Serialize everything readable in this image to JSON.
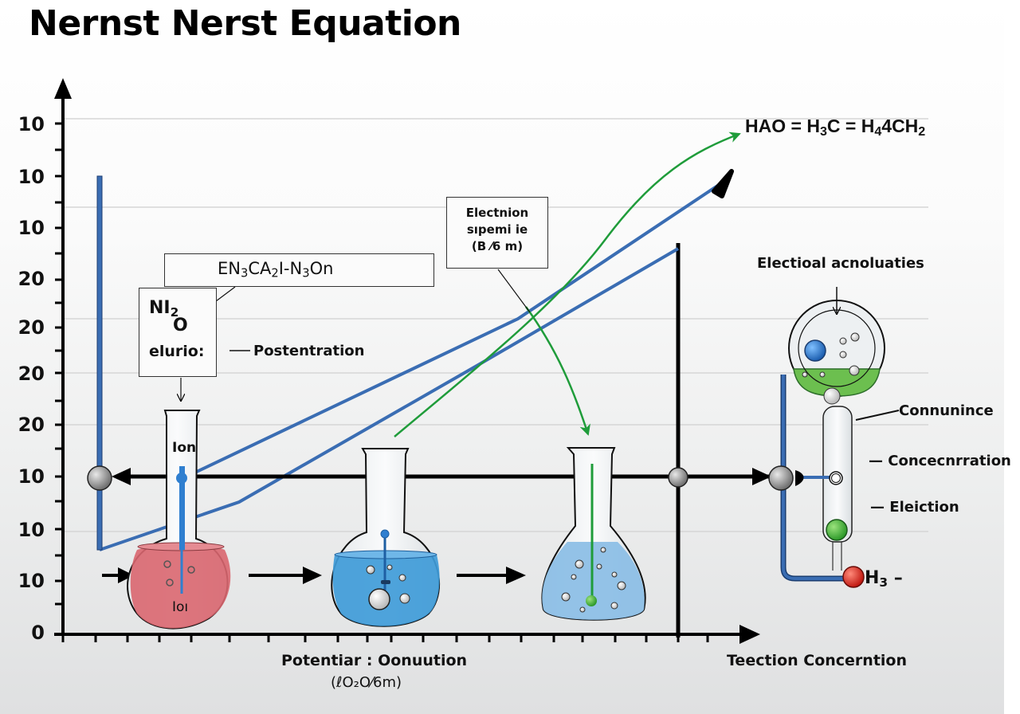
{
  "title": "Nernst Nerst Equation",
  "y_axis": {
    "tick_labels": [
      "10",
      "10",
      "10",
      "20",
      "20",
      "20",
      "20",
      "10",
      "10",
      "10",
      "0"
    ]
  },
  "x_axis": {
    "label_left_line1": "Potentiar : Oonuution",
    "label_left_line2": "(ℓO₂O⁄6m)",
    "label_right": "Teection Concerntion"
  },
  "callouts": {
    "formula_box": {
      "text_parts": [
        "EN",
        "3",
        "CA",
        "2",
        "I-N",
        "3",
        "On"
      ]
    },
    "ion_box": {
      "line1": "NI",
      "line1_sub": "2",
      "line2": "O",
      "line3": "elurio:"
    },
    "postentration": "— Postentration",
    "electron_box": {
      "line1": "Electnion",
      "line2": "sıpemi ie",
      "line3": "(B ⁄6 m)"
    },
    "equation": {
      "parts": [
        "HAO = H",
        "3",
        "C =  H",
        "4",
        "4CH",
        "2"
      ]
    },
    "electional": "Electioal  acnoluaties",
    "right_labels": [
      "Connunince",
      "— Concecnrration",
      "— Eleiction"
    ],
    "h3": {
      "text": "H",
      "sub": "3",
      "dash": " –"
    }
  },
  "flask_labels": {
    "flask1_top": "Ion",
    "flask1_bottom": "Ioı"
  },
  "colors": {
    "axis": "#000000",
    "blue_line": "#3a6db3",
    "green_line": "#1f9c3a",
    "red_liquid": "#d9666f",
    "blue_liquid": "#3f9bd8",
    "light_blue_liquid": "#8dbfe6",
    "green_liquid": "#6cbf4f",
    "grid": "#d6d6d6"
  }
}
